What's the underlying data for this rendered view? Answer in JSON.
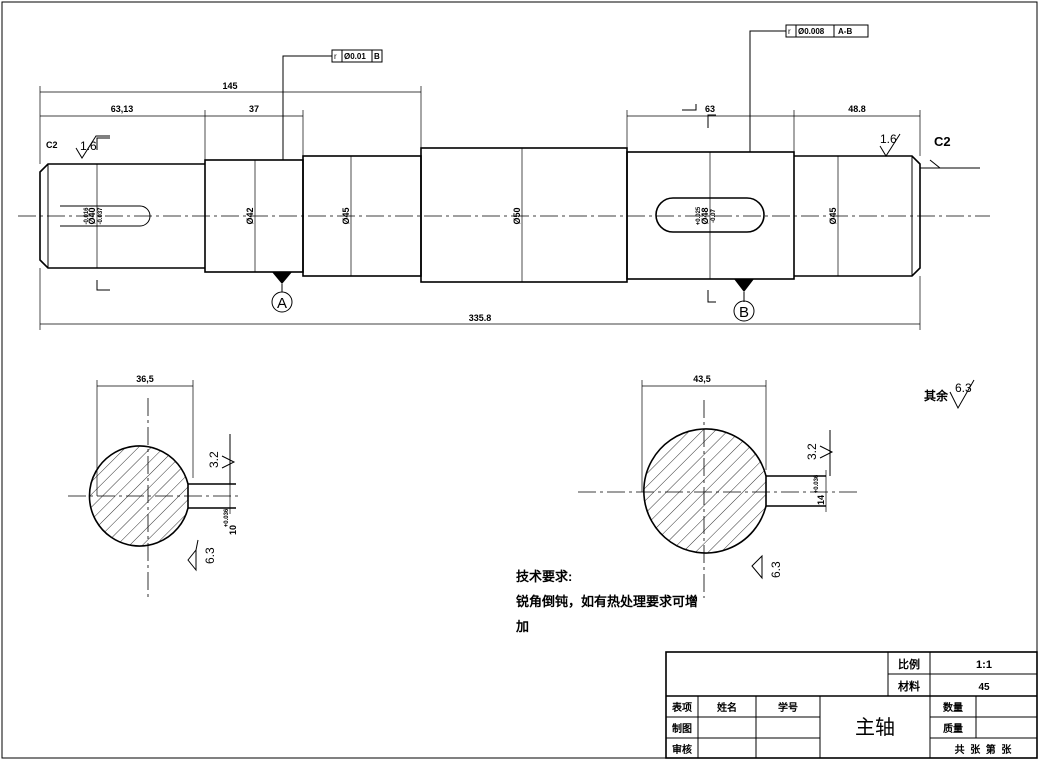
{
  "dimensions": {
    "overall_length": "335.8",
    "d145": "145",
    "d63_13": "63,13",
    "d37": "37",
    "d63": "63",
    "d48_8": "48.8",
    "dia40": "Ø40",
    "dia40_tol_upper": "-0.016",
    "dia40_tol_lower": "-0.037",
    "dia42": "Ø42",
    "dia45_left": "Ø45",
    "dia50": "Ø50",
    "dia48": "Ø48",
    "dia48_tol_upper": "+0.025",
    "dia48_tol_lower": "-0.07",
    "dia45_right": "Ø45",
    "sec_left_depth": "36,5",
    "sec_right_depth": "43,5",
    "sec_left_width": "10",
    "sec_left_width_tol": "+0.036",
    "sec_right_width": "14",
    "sec_right_width_tol": "+0.036"
  },
  "chamfers": {
    "left": "C2",
    "right": "C2"
  },
  "roughness": {
    "left_end": "1.6",
    "right_end": "1.6",
    "sec_left_key": "3.2",
    "sec_left_bottom": "6.3",
    "sec_right_key": "3.2",
    "sec_right_bottom": "6.3",
    "rest_label": "其余",
    "rest_value": "6.3"
  },
  "tolerances": {
    "left_frame": {
      "symbol": "r",
      "value": "Ø0.01",
      "datum": "B"
    },
    "right_frame": {
      "symbol": "r",
      "value": "Ø0.008",
      "datum": "A-B"
    }
  },
  "datums": {
    "a": "A",
    "b": "B"
  },
  "notes": {
    "title": "技术要求:",
    "line1": "锐角倒钝，如有热处理要求可增",
    "line2": "加"
  },
  "title_block": {
    "scale_label": "比例",
    "scale_value": "1:1",
    "material_label": "材料",
    "material_value": "45",
    "col_item": "表项",
    "col_name": "姓名",
    "col_id": "学号",
    "row_draw": "制图",
    "row_review": "审核",
    "part_name": "主轴",
    "qty_label": "数量",
    "mass_label": "质量",
    "sheets": "共  张  第  张"
  }
}
